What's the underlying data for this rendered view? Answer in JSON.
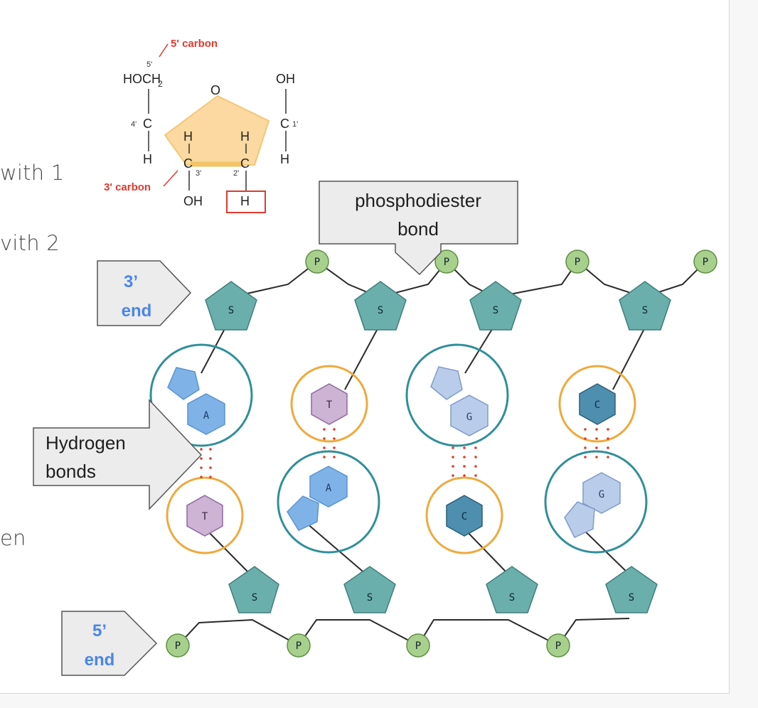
{
  "background_text": {
    "line1": "with 1",
    "line2": "vith 2",
    "line3": "en"
  },
  "sugar_structure": {
    "label_5_carbon": "5' carbon",
    "label_3_carbon": "3' carbon",
    "prime_5": "5'",
    "hoch2": "HOCH",
    "sub_2": "2",
    "ring_o": "O",
    "oh_top": "OH",
    "c4": "C",
    "prime_4": "4'",
    "c1": "C",
    "prime_1": "1'",
    "h_left_low": "H",
    "h_c3_top": "H",
    "h_c2_top": "H",
    "h_right_low": "H",
    "c3": "C",
    "prime_3": "3'",
    "c2": "C",
    "prime_2": "2'",
    "oh_bottom": "OH",
    "h_boxed": "H"
  },
  "callouts": {
    "phosphodiester_line1": "phosphodiester",
    "phosphodiester_line2": "bond",
    "hydrogen_line1": "Hydrogen",
    "hydrogen_line2": "bonds",
    "end3_line1": "3’",
    "end3_line2": "end",
    "end5_line1": "5’",
    "end5_line2": "end"
  },
  "strand_labels": {
    "phosphate": "P",
    "sugar": "S"
  },
  "bases_top": [
    "A",
    "T",
    "G",
    "C"
  ],
  "bases_bottom": [
    "T",
    "A",
    "C",
    "G"
  ],
  "colors": {
    "accent_blue": "#4a86e8",
    "label_red": "#e03a2f",
    "sugar_fill": "#6aafab",
    "phosphate_fill": "#a8d08d",
    "purine_ring": "#2f8f9a",
    "pyrimidine_ring": "#efa93c",
    "adenine": "#7fb3e8",
    "thymine": "#cdb3d4",
    "guanine": "#b9ccea",
    "cytosine": "#4e8fb0"
  }
}
